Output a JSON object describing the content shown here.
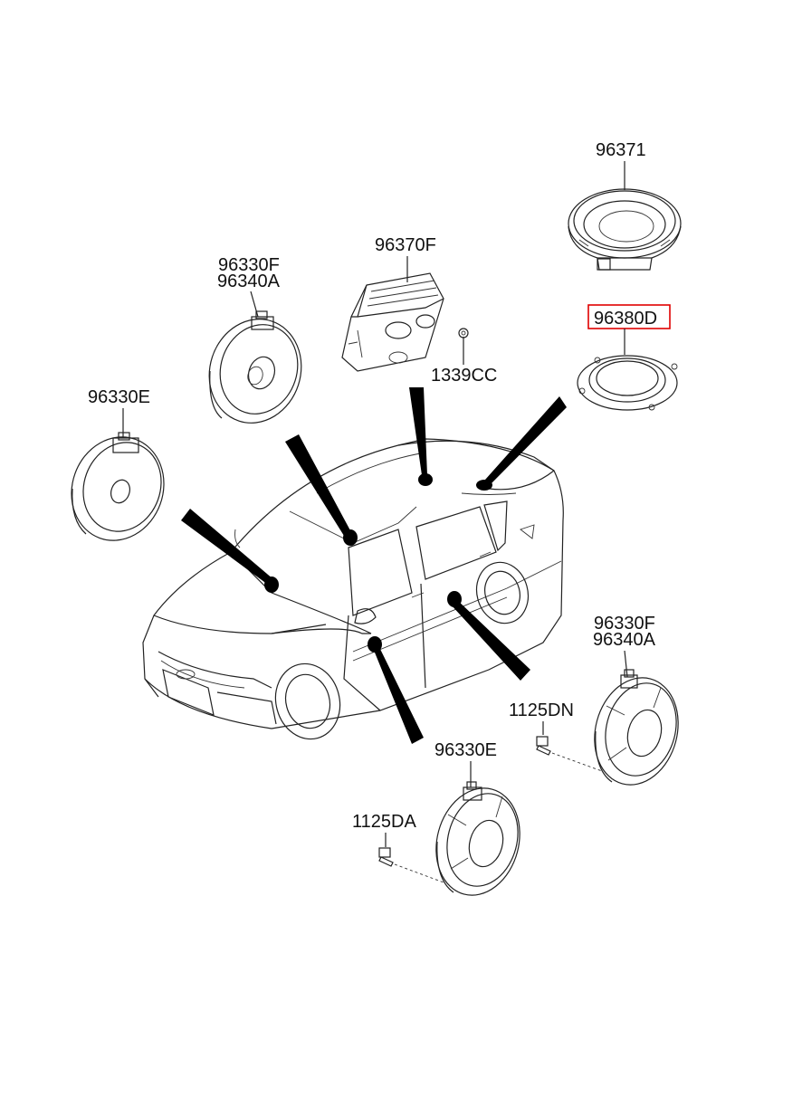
{
  "labels": {
    "woofer": "96371",
    "amplifier": "96370F",
    "amp_nut": "1339CC",
    "front_door_speaker_top_a": "96330F",
    "front_door_speaker_top_b": "96340A",
    "tweeter_left": "96330E",
    "rear_tweeter_highlighted": "96380D",
    "front_right_door_a": "96330F",
    "front_right_door_b": "96340A",
    "screw_dn": "1125DN",
    "lower_speaker": "96330E",
    "screw_da": "1125DA"
  },
  "highlight_color": "#e00000"
}
